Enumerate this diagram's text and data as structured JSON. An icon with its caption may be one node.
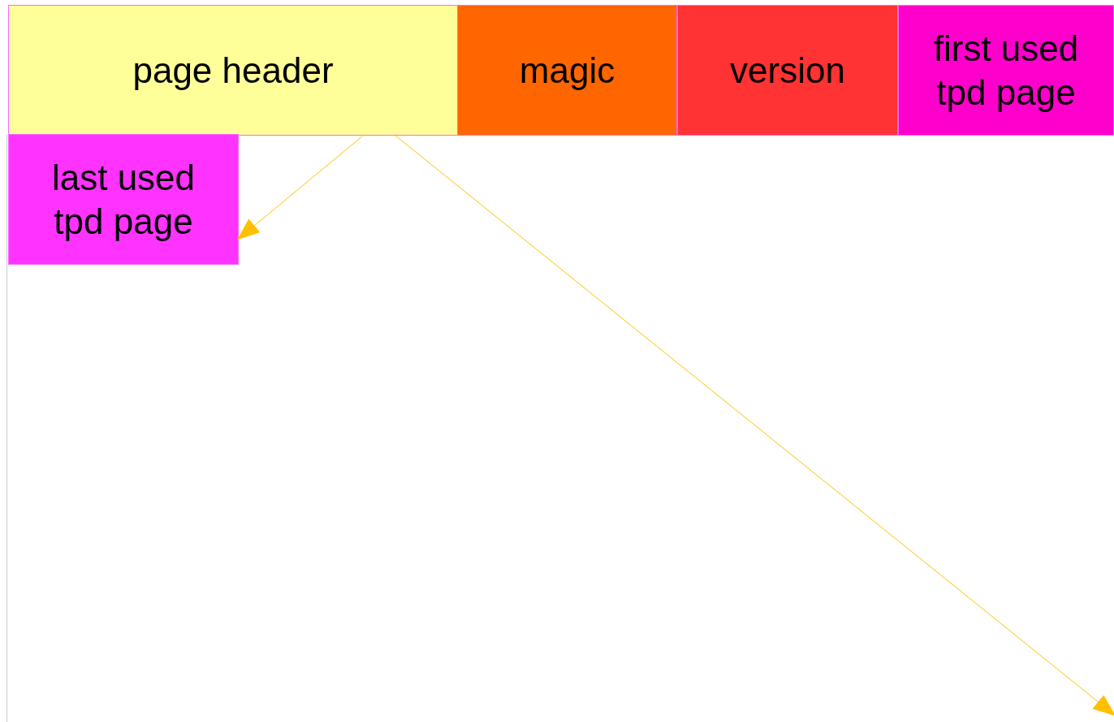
{
  "diagram": {
    "nodes": [
      {
        "text": [
          "page header"
        ]
      },
      {
        "text": [
          "magic"
        ]
      },
      {
        "text": [
          "version"
        ]
      },
      {
        "text": [
          "first used tpd page"
        ]
      },
      {
        "text": [
          "last used tpd page"
        ]
      }
    ],
    "edges": [
      {
        "from": 0,
        "to": 4,
        "arrow": "to"
      },
      {
        "from": 0,
        "to": null,
        "arrow": "to"
      }
    ]
  }
}
